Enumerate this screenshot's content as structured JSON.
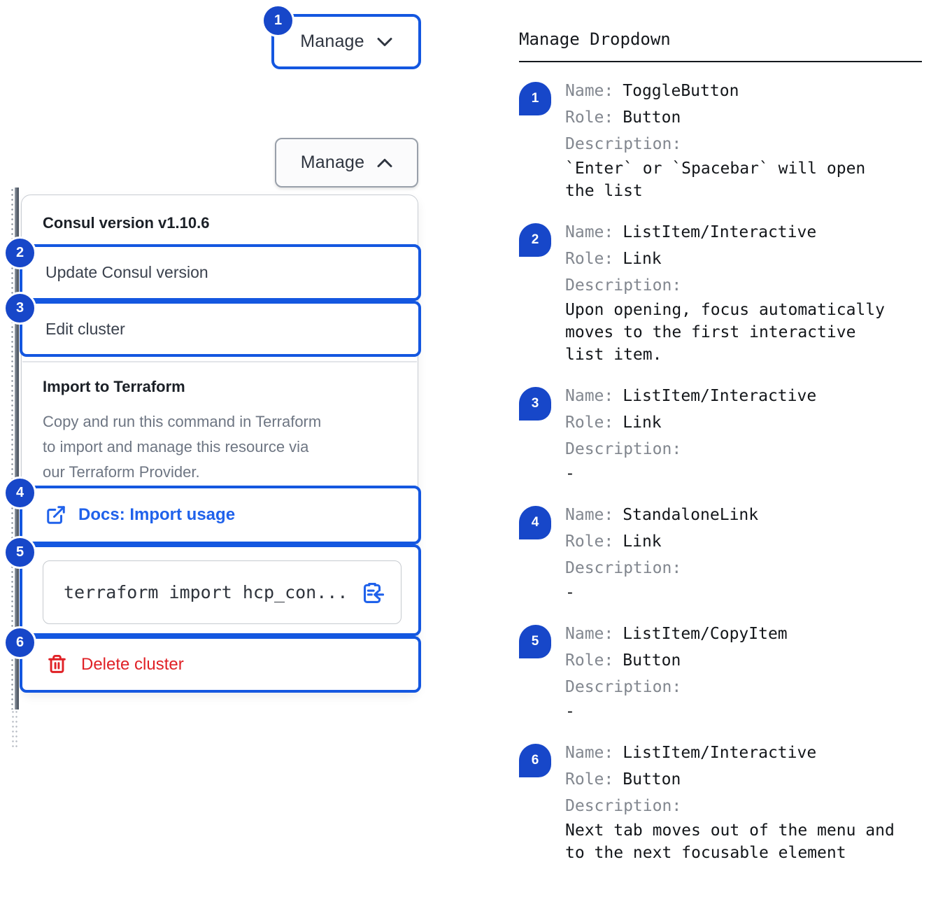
{
  "colors": {
    "blue-ring": "#1457e0",
    "blue-badge": "#1747c9",
    "blue-link": "#2062eb",
    "red": "#e02126"
  },
  "left": {
    "toggle_button_label": "Manage",
    "open_button_label": "Manage",
    "badges": [
      "1",
      "2",
      "3",
      "4",
      "5",
      "6"
    ],
    "dropdown": {
      "version_title": "Consul version v1.10.6",
      "update_item": "Update Consul version",
      "edit_item": "Edit cluster",
      "import_title": "Import to Terraform",
      "import_description": "Copy and run this command in Terraform\nto import and manage this resource via\nour Terraform Provider.",
      "docs_link": "Docs: Import usage",
      "code_snippet": "terraform import hcp_con...",
      "delete_item": "Delete cluster"
    }
  },
  "right": {
    "title": "Manage Dropdown",
    "labels": {
      "name": "Name:",
      "role": "Role:",
      "description": "Description:"
    },
    "items": [
      {
        "num": "1",
        "name": "ToggleButton",
        "role": "Button",
        "description": "`Enter` or `Spacebar` will open\nthe list"
      },
      {
        "num": "2",
        "name": "ListItem/Interactive",
        "role": "Link",
        "description": "Upon opening, focus automatically\nmoves to the first interactive\nlist item."
      },
      {
        "num": "3",
        "name": "ListItem/Interactive",
        "role": "Link",
        "description": "-"
      },
      {
        "num": "4",
        "name": "StandaloneLink",
        "role": "Link",
        "description": "-"
      },
      {
        "num": "5",
        "name": "ListItem/CopyItem",
        "role": "Button",
        "description": "-"
      },
      {
        "num": "6",
        "name": "ListItem/Interactive",
        "role": "Button",
        "description": "Next tab moves out of the menu and\nto the next focusable element"
      }
    ]
  }
}
